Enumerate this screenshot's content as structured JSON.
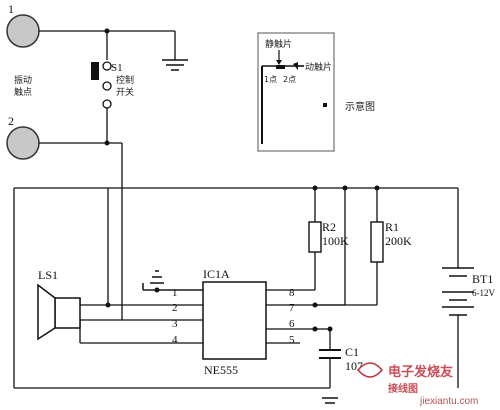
{
  "pads": {
    "pad1_label": "1",
    "pad2_label": "2",
    "contact_text_line1": "振动",
    "contact_text_line2": "触点"
  },
  "switch": {
    "ref": "S1",
    "text_line1": "控制",
    "text_line2": "开关"
  },
  "schematic_inset": {
    "static_label": "静触片",
    "moving_label": "动触片",
    "point1_label": "1点",
    "point2_label": "2点",
    "caption": "示意图"
  },
  "ic": {
    "ref": "IC1A",
    "part": "NE555",
    "pins": [
      "1",
      "2",
      "3",
      "4",
      "8",
      "7",
      "6",
      "5"
    ]
  },
  "components": {
    "r2_ref": "R2",
    "r2_value": "100K",
    "r1_ref": "R1",
    "r1_value": "200K",
    "c1_ref": "C1",
    "c1_value": "107",
    "bt1_ref": "BT1",
    "bt1_value": "6-12V",
    "ls1_ref": "LS1"
  },
  "watermark": {
    "text": "电子发烧友",
    "text2": "接线图",
    "url": "jiexiantu.com"
  },
  "colors": {
    "line": "#111111",
    "pad_fill": "#c8c8c8",
    "watermark": "#c0303a"
  }
}
